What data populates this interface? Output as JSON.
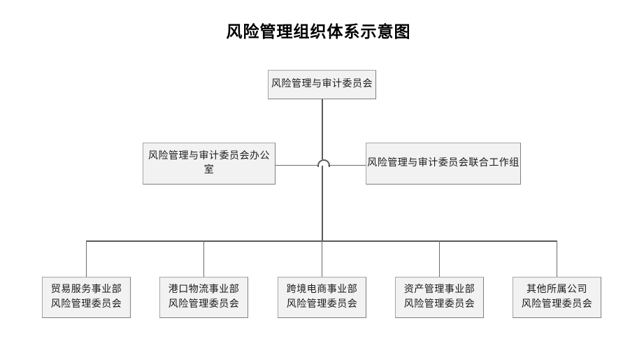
{
  "title": "风险管理组织体系示意图",
  "diagram": {
    "type": "org-chart",
    "orientation": "top-down",
    "levels": [
      {
        "level": 1,
        "nodes": [
          {
            "id": "committee",
            "label": "风险管理与审计委员会"
          }
        ]
      },
      {
        "level": 2,
        "nodes": [
          {
            "id": "office",
            "label": "风险管理与审计委员会办公室"
          },
          {
            "id": "joint-group",
            "label": "风险管理与审计委员会联合工作组"
          }
        ]
      },
      {
        "level": 3,
        "nodes": [
          {
            "id": "trade-service",
            "label": "贸易服务事业部\n风险管理委员会"
          },
          {
            "id": "port-logistics",
            "label": "港口物流事业部\n风险管理委员会"
          },
          {
            "id": "cross-border-ecommerce",
            "label": "跨境电商事业部\n风险管理委员会"
          },
          {
            "id": "asset-management",
            "label": "资产管理事业部\n风险管理委员会"
          },
          {
            "id": "other-companies",
            "label": "其他所属公司\n风险管理委员会"
          }
        ]
      }
    ],
    "colors": {
      "node_fill": "#f2f2f2",
      "node_border": "#a6a6a6",
      "connector": "#595959",
      "text": "#1a1a1a",
      "background": "#ffffff"
    }
  }
}
